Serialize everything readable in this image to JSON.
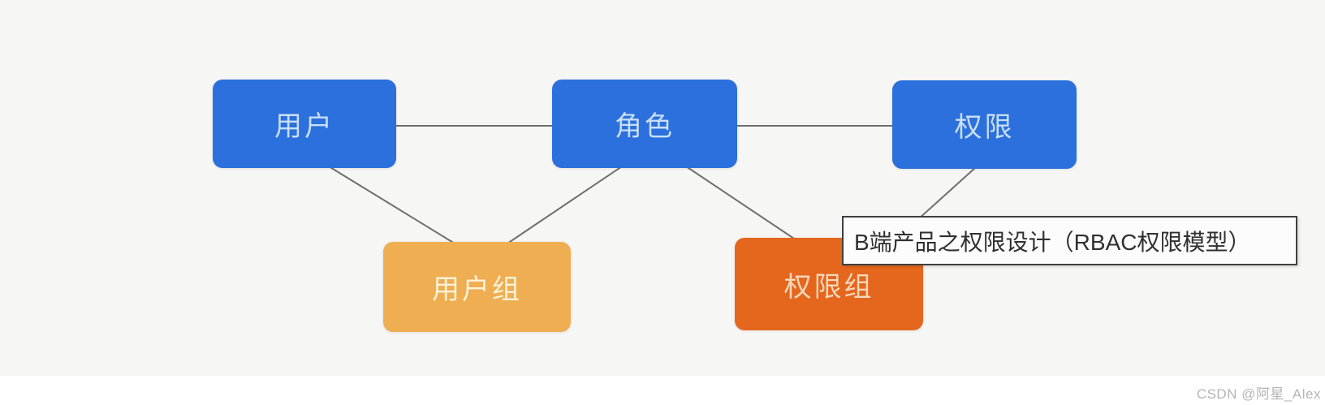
{
  "diagram": {
    "title_overlay": "B端产品之权限设计（RBAC权限模型）",
    "nodes": {
      "user": {
        "label": "用户"
      },
      "role": {
        "label": "角色"
      },
      "permission": {
        "label": "权限"
      },
      "user_group": {
        "label": "用户组"
      },
      "permission_group": {
        "label": "权限组"
      }
    },
    "edges": [
      {
        "from": "user",
        "to": "role"
      },
      {
        "from": "role",
        "to": "permission"
      },
      {
        "from": "user",
        "to": "user_group"
      },
      {
        "from": "role",
        "to": "user_group"
      },
      {
        "from": "role",
        "to": "permission_group"
      },
      {
        "from": "permission",
        "to": "permission_group"
      }
    ],
    "colors": {
      "node_blue": "#2b70dc",
      "node_yellow": "#efae52",
      "node_orange": "#e5661d",
      "edge_line": "#6e6e6e",
      "canvas_background": "#f6f6f4",
      "overlay_border": "#404040"
    }
  },
  "watermark": "CSDN @阿星_Alex"
}
